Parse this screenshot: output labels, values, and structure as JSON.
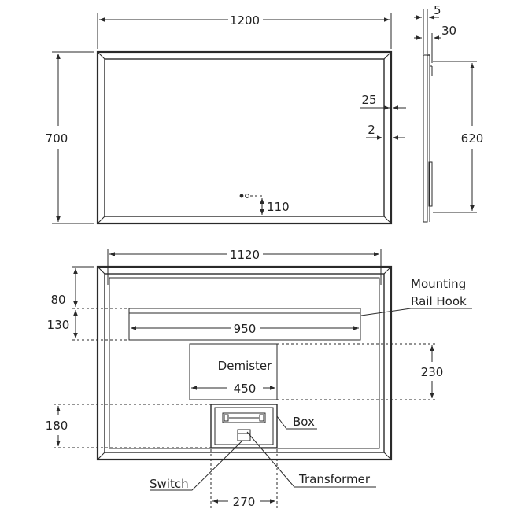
{
  "front_view": {
    "width": "1200",
    "height": "700",
    "frame_depth": "25",
    "frame_inset": "2",
    "sensor_offset": "110"
  },
  "side_view": {
    "glass": "5",
    "depth": "30",
    "rail_height": "620"
  },
  "back_view": {
    "rail_width": "1120",
    "rail_top": "80",
    "rail_height": "130",
    "rail_length": "950",
    "demister_label": "Demister",
    "demister_width": "450",
    "demister_height": "230",
    "box_bottom": "180",
    "box_width": "270"
  },
  "callouts": {
    "mounting_line1": "Mounting",
    "mounting_line2": "Rail Hook",
    "box": "Box",
    "switch": "Switch",
    "transformer": "Transformer"
  }
}
